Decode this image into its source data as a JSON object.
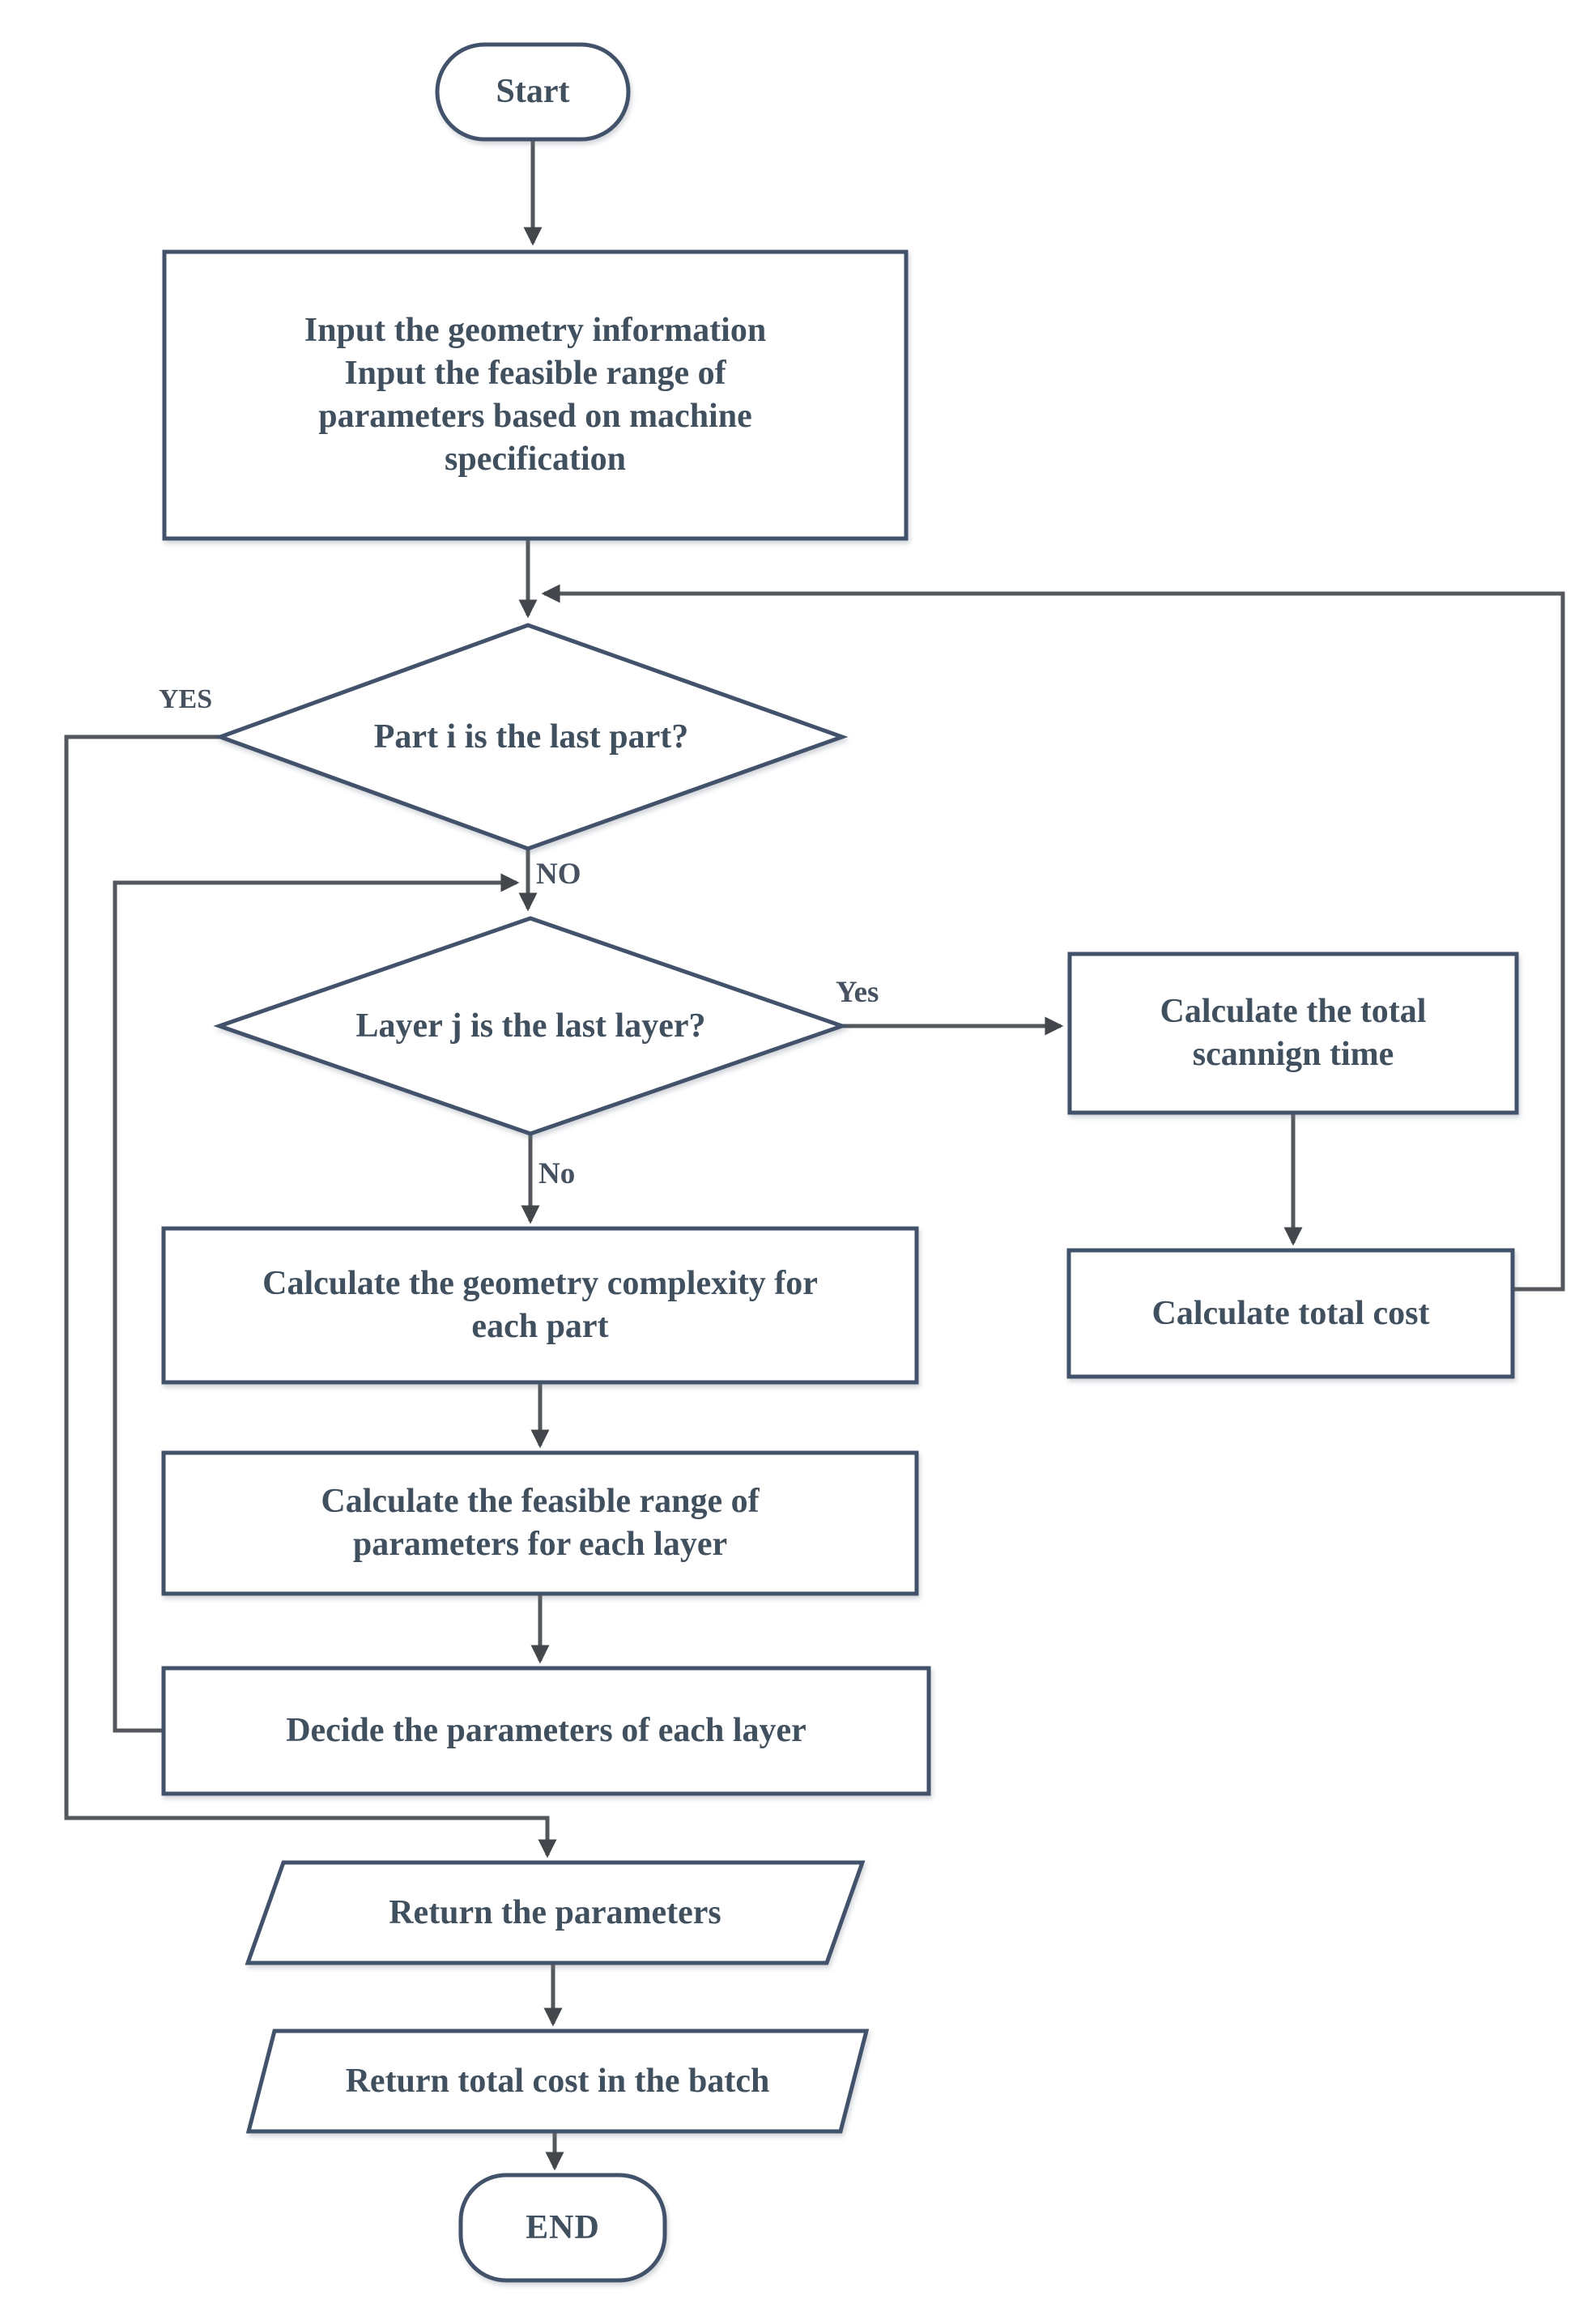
{
  "diagram": {
    "type": "flowchart",
    "colors": {
      "background": "#ffffff",
      "shape_border": "#41526a",
      "shape_fill": "#ffffff",
      "connector": "#54585c",
      "arrowhead": "#43474b",
      "text": "#40505e"
    },
    "nodes": {
      "start": {
        "label": "Start"
      },
      "input": {
        "lines": [
          "Input the geometry information",
          "Input the feasible range of",
          "parameters based on machine",
          "specification"
        ]
      },
      "part_decision": {
        "label": "Part i is the last part?"
      },
      "layer_decision": {
        "label": "Layer j is the last layer?"
      },
      "scanning_time": {
        "lines": [
          "Calculate the total",
          "scannign time"
        ]
      },
      "total_cost": {
        "label": "Calculate total cost"
      },
      "geometry_complexity": {
        "lines": [
          "Calculate the geometry complexity for",
          "each part"
        ]
      },
      "feasible_range": {
        "lines": [
          "Calculate the feasible range of",
          "parameters for each layer"
        ]
      },
      "decide_parameters": {
        "label": "Decide the parameters of each layer"
      },
      "return_parameters": {
        "label": "Return the parameters"
      },
      "return_total_cost": {
        "label": "Return total cost in the batch"
      },
      "end": {
        "label": "END"
      }
    },
    "edge_labels": {
      "part_yes": "YES",
      "part_no": "NO",
      "layer_yes": "Yes",
      "layer_no": "No"
    }
  }
}
